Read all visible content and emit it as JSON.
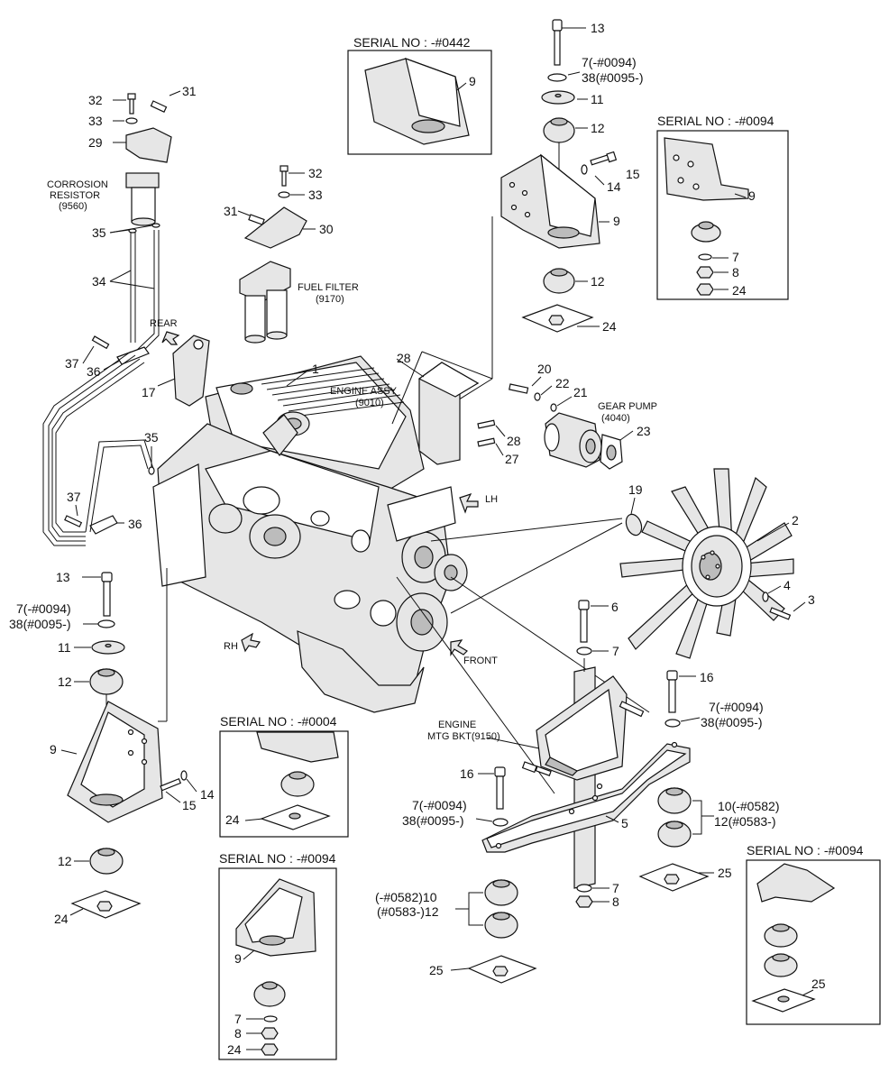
{
  "serial_boxes": {
    "top_center": "SERIAL NO : -#0442",
    "top_right": "SERIAL NO : -#0094",
    "mid_left": "SERIAL NO : -#0004",
    "bottom_left": "SERIAL NO : -#0094",
    "bottom_right": "SERIAL NO : -#0094"
  },
  "labels": {
    "corrosion_1": "CORROSION",
    "corrosion_2": "RESISTOR",
    "corrosion_3": "(9560)",
    "fuel_filter_1": "FUEL FILTER",
    "fuel_filter_2": "(9170)",
    "engine_assy_1": "ENGINE ASSY",
    "engine_assy_2": "(9010)",
    "gear_pump_1": "GEAR PUMP",
    "gear_pump_2": "(4040)",
    "rear": "REAR",
    "lh": "LH",
    "rh": "RH",
    "front": "FRONT",
    "mtg_1": "ENGINE",
    "mtg_2": "MTG BKT(9150)"
  },
  "callouts": {
    "c13_top": "13",
    "c7a": "7(-#0094)",
    "c38a": "38(#0095-)",
    "c11_top": "11",
    "c12_top": "12",
    "c15_top": "15",
    "c14_top": "14",
    "c9_top": "9",
    "c12_mid": "12",
    "c24_top": "24",
    "c9_s442": "9",
    "c9_s094": "9",
    "c7_s094": "7",
    "c8_s094": "8",
    "c24_s094": "24",
    "c32a": "32",
    "c31a": "31",
    "c33a": "33",
    "c29": "29",
    "c35a": "35",
    "c34": "34",
    "c37a": "37",
    "c36a": "36",
    "c32b": "32",
    "c33b": "33",
    "c31b": "31",
    "c30": "30",
    "c17": "17",
    "c1": "1",
    "c28a": "28",
    "c20": "20",
    "c22": "22",
    "c21": "21",
    "c23": "23",
    "c28b": "28",
    "c27": "27",
    "c35b": "35",
    "c37b": "37",
    "c36b": "36",
    "c19": "19",
    "c2": "2",
    "c4": "4",
    "c3": "3",
    "c13_left": "13",
    "c7b": "7(-#0094)",
    "c38b": "38(#0095-)",
    "c11_left": "11",
    "c12_left_a": "12",
    "c9_left": "9",
    "c14_left": "14",
    "c15_left": "15",
    "c12_left_b": "12",
    "c24_left": "24",
    "c6": "6",
    "c7_mtg": "7",
    "c16_right": "16",
    "c7c": "7(-#0094)",
    "c38c": "38(#0095-)",
    "c16_left": "16",
    "c7d": "7(-#0094)",
    "c38d": "38(#0095-)",
    "c5": "5",
    "c10_right": "10(-#0582)",
    "c12_right": "12(#0583-)",
    "c25_right": "25",
    "c7_bot": "7",
    "c8_bot": "8",
    "c10_left": "(-#0582)10",
    "c12_left_c": "(#0583-)12",
    "c25_bot": "25",
    "c24_s004": "24",
    "c9_s094b": "9",
    "c7_s094b": "7",
    "c8_s094b": "8",
    "c24_s094b": "24",
    "c25_s094c": "25"
  }
}
